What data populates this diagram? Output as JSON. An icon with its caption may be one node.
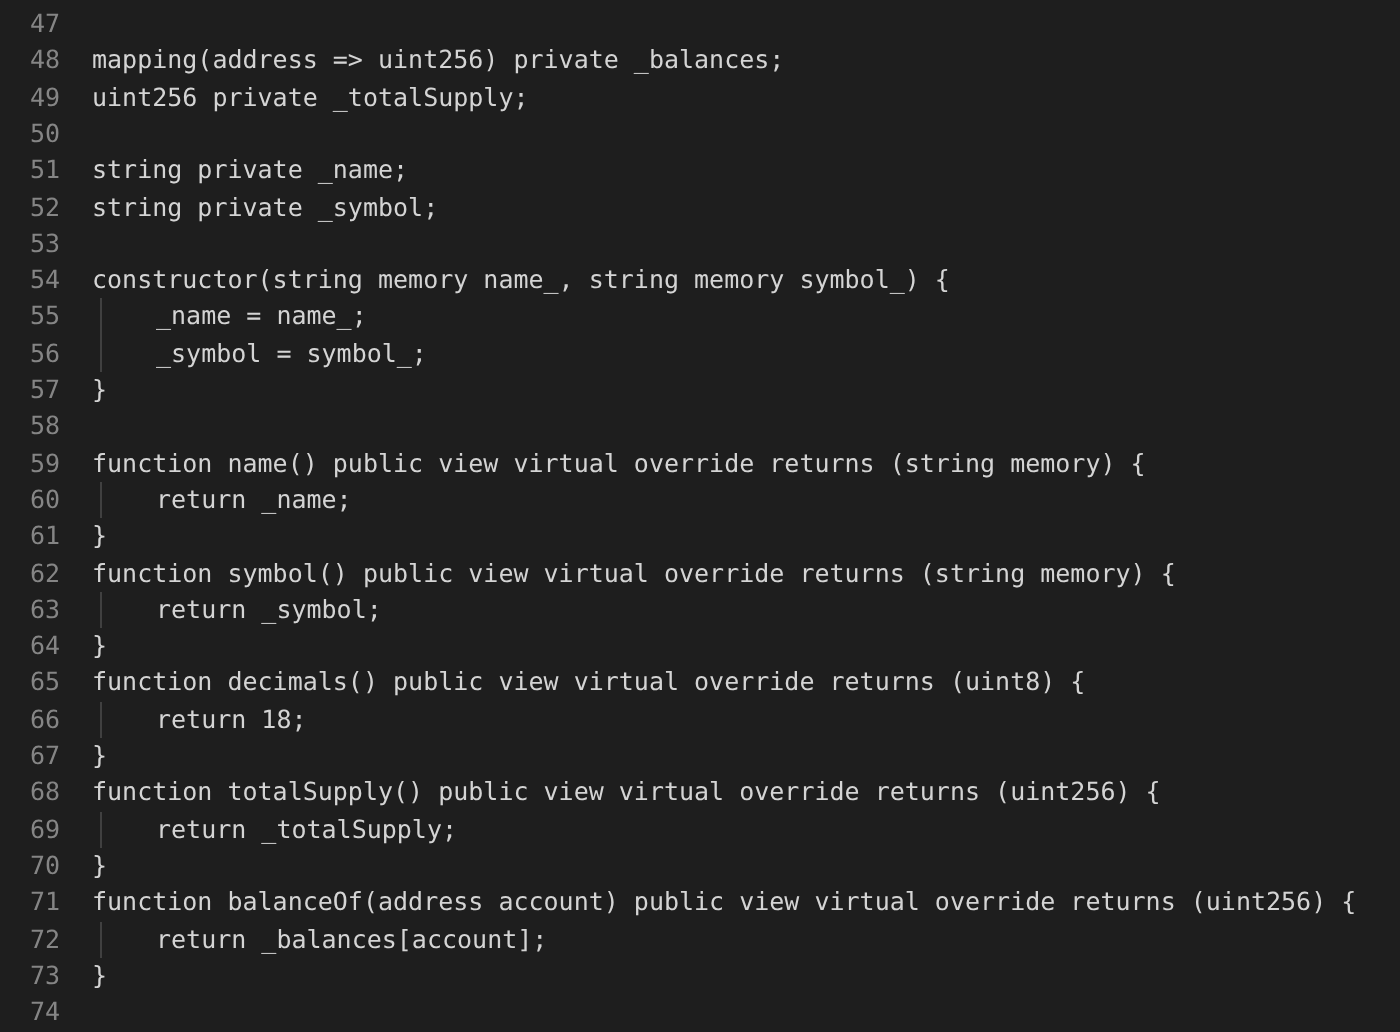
{
  "diagram": {
    "labels": [
      "47",
      "48",
      "mapping(address => uint256) private _balances;",
      "49",
      "uint256 private _totalSupply;",
      "50",
      "51",
      "string private _name;",
      "52",
      "string private _symbol;",
      "53",
      "54",
      "constructor(string memory name_, string memory symbol_) {",
      "55",
      "_name = name_;",
      "56",
      "_symbol = symbol_;",
      "57",
      "}",
      "58",
      "59",
      "function name() public view virtual override returns (string memory) {",
      "60",
      "return _name;",
      "61",
      "}",
      "62",
      "function symbol() public view virtual override returns (string memory) {",
      "63",
      "return _symbol;",
      "64",
      "}",
      "65",
      "function decimals() public view virtual override returns (uint8) {",
      "66",
      "return 18;",
      "67",
      "}",
      "68",
      "function totalSupply() public view virtual override returns (uint256) {",
      "69",
      "return _totalSupply;",
      "70",
      "}",
      "71",
      "function balanceOf(address account) public view virtual override returns (uint256) {",
      "72",
      "return _balances[account];",
      "73",
      "}",
      "74"
    ]
  }
}
